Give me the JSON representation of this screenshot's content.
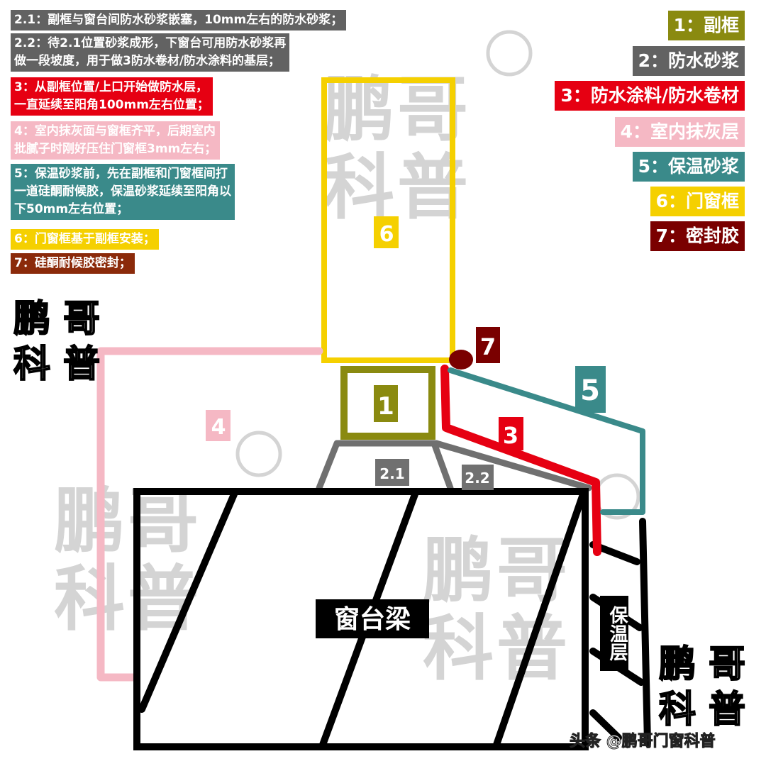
{
  "notes": [
    {
      "text": "2.1：副框与窗台间防水砂浆嵌塞，10mm左右的防水砂浆；",
      "color": "#626262"
    },
    {
      "text": "2.2：待2.1位置砂浆成形，下窗台可用防水砂浆再\n做一段坡度，用于做3防水卷材/防水涂料的基层；",
      "color": "#626262"
    },
    {
      "text": "3：从副框位置/上口开始做防水层，\n一直延续至阳角100mm左右位置；",
      "color": "#e60012"
    },
    {
      "text": "4：室内抹灰面与窗框齐平，后期室内\n批腻子时刚好压住门窗框3mm左右；",
      "color": "#f5b8c4"
    },
    {
      "text": "5：保温砂浆前，先在副框和门窗框间打\n一道硅酮耐候胶，保温砂浆延续至阳角以\n下50mm左右位置；",
      "color": "#3a8a8a"
    },
    {
      "text": "6：门窗框基于副框安装；",
      "color": "#f5d000"
    },
    {
      "text": "7：硅酮耐候胶密封；",
      "color": "#8b2a0a"
    }
  ],
  "legend": [
    {
      "text": "1：副框",
      "color": "#8a8a10"
    },
    {
      "text": "2：防水砂浆",
      "color": "#626262"
    },
    {
      "text": "3：防水涂料/防水卷材",
      "color": "#e60012"
    },
    {
      "text": "4：室内抹灰层",
      "color": "#f5b8c4"
    },
    {
      "text": "5：保温砂浆",
      "color": "#3a8a8a"
    },
    {
      "text": "6：门窗框",
      "color": "#f5d000"
    },
    {
      "text": "7：密封胶",
      "color": "#7a0000"
    }
  ],
  "diagram": {
    "labels": {
      "l1": "1",
      "l21": "2.1",
      "l22": "2.2",
      "l3": "3",
      "l4": "4",
      "l5": "5",
      "l6": "6",
      "l7": "7"
    },
    "beam_label": "窗台梁",
    "insulation_label": "保温层"
  },
  "watermark": {
    "chars": [
      "鹏",
      "哥",
      "科",
      "普"
    ]
  },
  "caption": "头条 @鹏哥门窗科普"
}
